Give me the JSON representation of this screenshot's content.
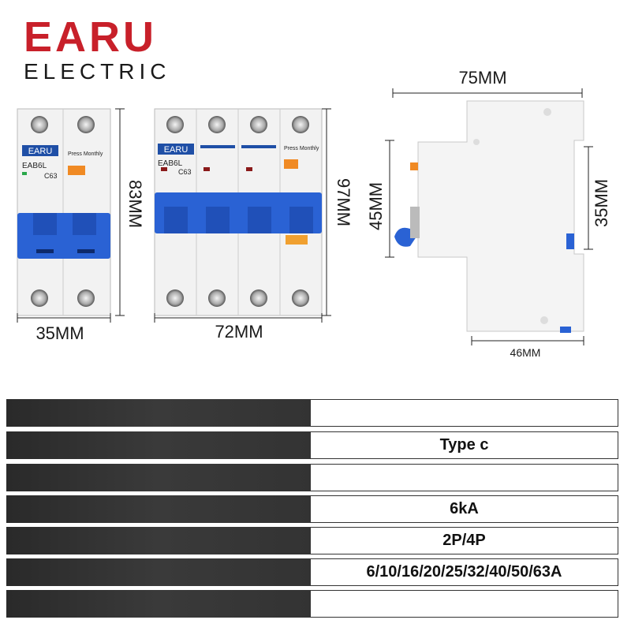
{
  "brand": {
    "name": "EARU",
    "subtitle": "ELECTRIC"
  },
  "devices": {
    "left": {
      "badge": "EARU",
      "model": "EAB6L",
      "curve": "C63",
      "button": "Press Monthly",
      "width": "35MM",
      "height": "83MM"
    },
    "middle": {
      "badge": "EARU",
      "model": "EAB6L",
      "curve": "C63",
      "button": "Press Monthly",
      "width": "72MM",
      "height": "97MM"
    },
    "side": {
      "top": "75MM",
      "bottom": "46MM",
      "left": "45MM",
      "right": "35MM"
    }
  },
  "specs": {
    "rows": [
      {
        "value": ""
      },
      {
        "value": "Type c"
      },
      {
        "value": ""
      },
      {
        "value": "6kA"
      },
      {
        "value": "2P/4P"
      },
      {
        "value": "6/10/16/20/25/32/40/50/63A"
      },
      {
        "value": ""
      }
    ]
  },
  "colors": {
    "brand_red": "#c8202a",
    "handle_blue": "#2a62d4",
    "badge_blue": "#1f4fa6"
  }
}
